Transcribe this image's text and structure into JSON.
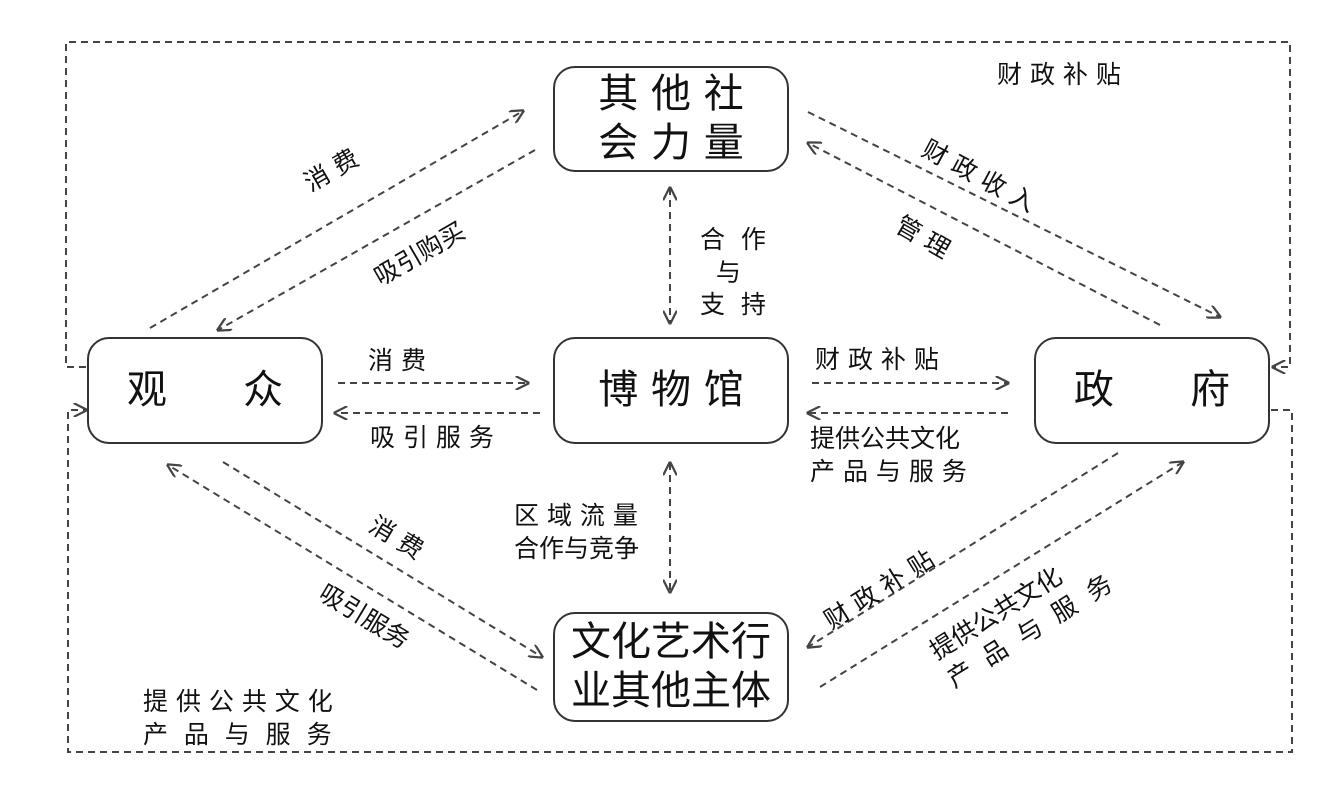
{
  "nodes": {
    "other_social_forces": "其 他 社\n会 力 量",
    "audience": "观      众",
    "museum": "博 物 馆",
    "government": "政      府",
    "cultural_arts_entities": "文化艺术行\n业其他主体"
  },
  "edges": {
    "fiscal_subsidy_top": "财 政 补 贴",
    "audience_to_social_consume": "消  费",
    "social_to_audience_attract_purchase": "吸引购买",
    "support_cooperation": "合  作\n  与\n支  持",
    "social_to_gov_fiscal_revenue": "财 政 收 入",
    "gov_to_social_manage": "管  理",
    "audience_to_museum_consume": "消            费",
    "museum_to_audience_attract_service": "吸 引 服 务",
    "museum_to_gov_fiscal_subsidy": "财 政 补 贴",
    "gov_to_museum_public_culture": "提供公共文化\n产 品 与 服 务",
    "regional_flow": "区 域 流 量\n合作与竞争",
    "audience_to_cultural_consume": "消        费",
    "cultural_to_audience_attract_service": "吸引服务",
    "gov_to_cultural_fiscal_subsidy": "财  政  补  贴",
    "cultural_to_gov_public_culture": "提供公共文化\n产  品  与  服  务",
    "bottom_public_culture": "提 供 公 共 文 化\n产  品  与  服  务"
  },
  "colors": {
    "line": "#444444",
    "border": "#333333"
  }
}
